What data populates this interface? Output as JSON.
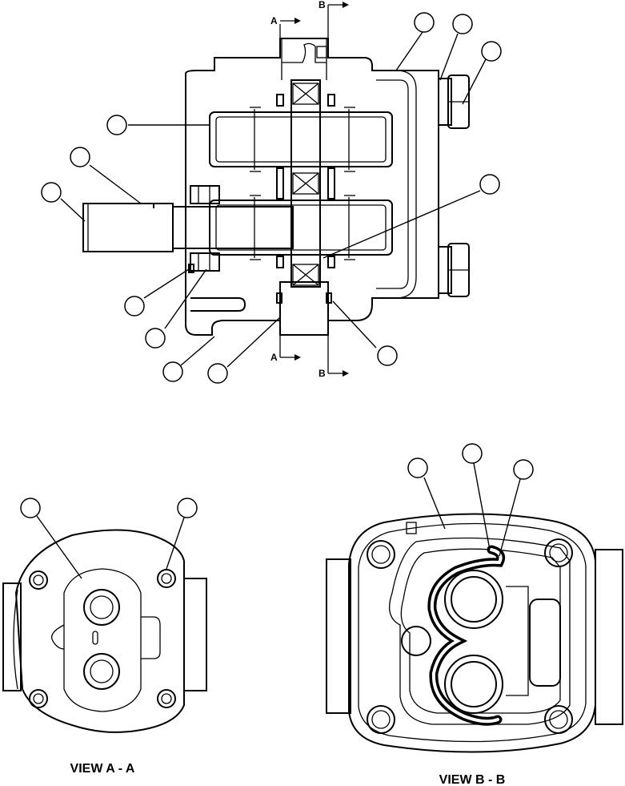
{
  "section_marks": {
    "a_top": "A",
    "b_top": "B",
    "a_bottom": "A",
    "b_bottom": "B"
  },
  "captions": {
    "view_a": "VIEW A - A",
    "view_b": "VIEW B - B"
  },
  "callout_count": 17
}
